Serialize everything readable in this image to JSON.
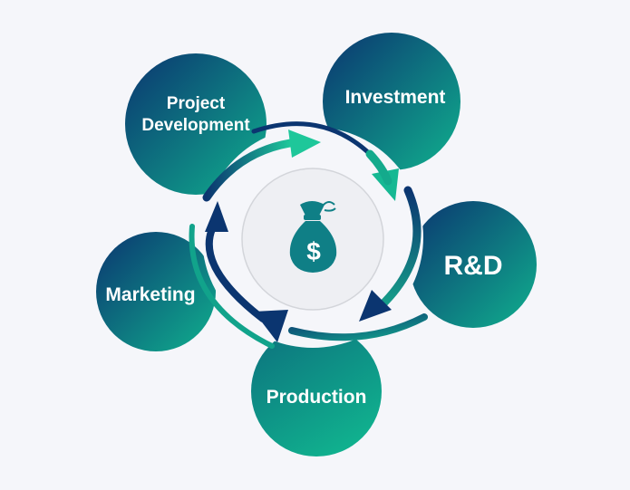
{
  "diagram": {
    "center_icon": "money-bag-dollar-icon",
    "center_symbol": "$",
    "nodes": [
      {
        "id": "project-development",
        "lines": [
          "Project",
          "Development"
        ]
      },
      {
        "id": "investment",
        "lines": [
          "Investment"
        ]
      },
      {
        "id": "rnd",
        "lines": [
          "R&D"
        ]
      },
      {
        "id": "production",
        "lines": [
          "Production"
        ]
      },
      {
        "id": "marketing",
        "lines": [
          "Marketing"
        ]
      }
    ]
  },
  "colors": {
    "background": "#f5f6fa",
    "navy": "#0b3570",
    "teal": "#10a98a",
    "bright_teal": "#1ec79a",
    "center_fill": "#eeeff3",
    "center_border": "#d3d5da",
    "bag": "#0f7f86"
  }
}
